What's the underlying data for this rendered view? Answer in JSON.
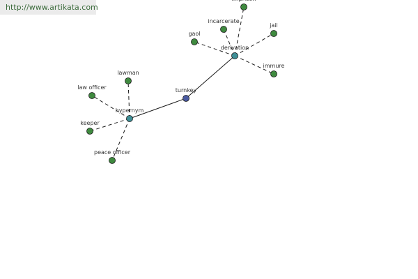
{
  "site": {
    "url": "http://www.artikata.com"
  },
  "graph": {
    "colors": {
      "root": "#4a5aa0",
      "hub": "#3f8f96",
      "leaf": "#3f8a3f",
      "stroke": "#1a1a1a",
      "edge": "#1a1a1a"
    },
    "root": {
      "id": "turnkey",
      "label": "turnkey"
    },
    "hubs": [
      {
        "id": "hypernym",
        "label": "hypernym"
      },
      {
        "id": "derivation",
        "label": "derivation"
      }
    ],
    "leaves": [
      {
        "id": "lawman",
        "label": "lawman",
        "hub": "hypernym"
      },
      {
        "id": "law-officer",
        "label": "law officer",
        "hub": "hypernym"
      },
      {
        "id": "keeper",
        "label": "keeper",
        "hub": "hypernym"
      },
      {
        "id": "peace-officer",
        "label": "peace officer",
        "hub": "hypernym"
      },
      {
        "id": "imprison",
        "label": "imprison",
        "hub": "derivation"
      },
      {
        "id": "incarcerate",
        "label": "incarcerate",
        "hub": "derivation"
      },
      {
        "id": "gaol",
        "label": "gaol",
        "hub": "derivation"
      },
      {
        "id": "jail",
        "label": "jail",
        "hub": "derivation"
      },
      {
        "id": "immure",
        "label": "immure",
        "hub": "derivation"
      }
    ]
  }
}
